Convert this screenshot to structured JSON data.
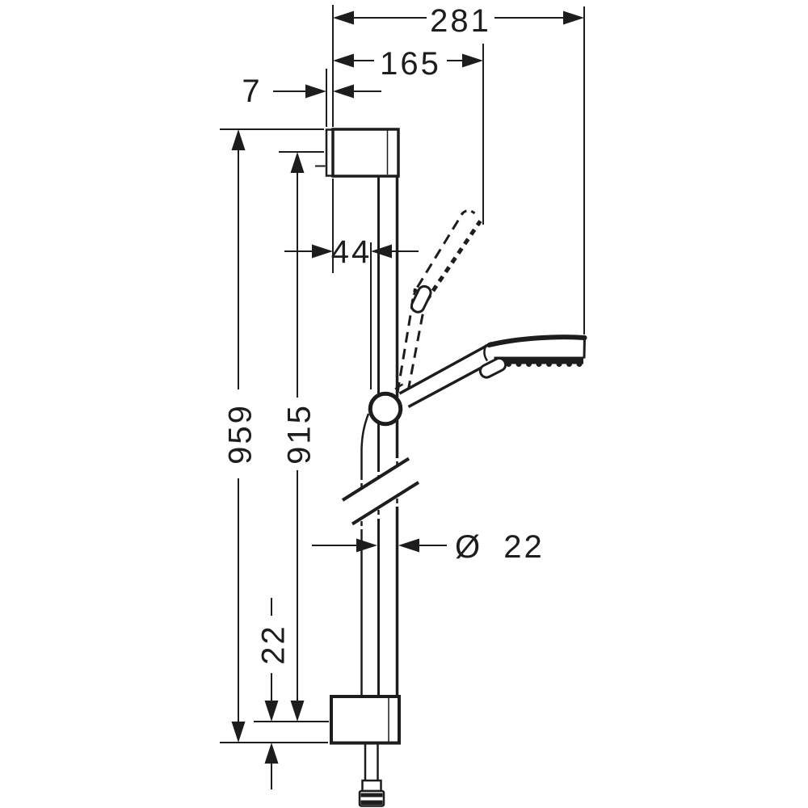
{
  "drawing": {
    "type": "technical-dimension-drawing",
    "subject": "shower-slide-bar-set-with-hand-shower",
    "colors": {
      "line": "#1d1d1b",
      "background": "#ffffff"
    },
    "dimensions": {
      "overall_depth": "281",
      "alt_position_depth": "165",
      "wall_plate_thickness": "7",
      "hose_axis_offset": "44",
      "overall_height": "959",
      "bar_length": "915",
      "bar_diameter": "Ø 22",
      "bottom_end_offset": "22"
    }
  }
}
